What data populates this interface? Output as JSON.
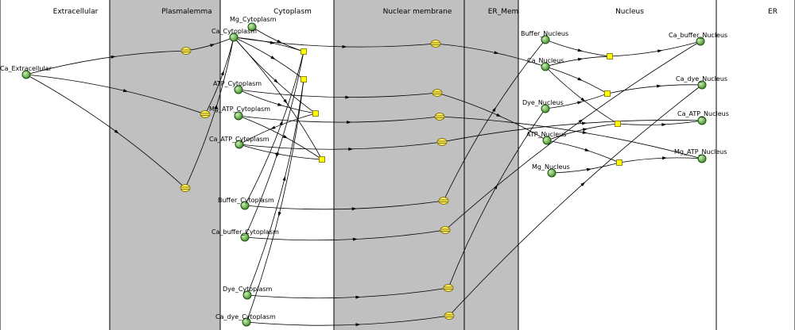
{
  "colors": {
    "gray_compartment": "#c0c0c0",
    "white_compartment": "#ffffff",
    "species_fill": "#5fae3e",
    "species_highlight": "#c9f2b4",
    "reaction_fill": "#ffff00",
    "transport_fill": "#ffee55"
  },
  "compartments": [
    {
      "id": "extracellular",
      "label": "Extracellular",
      "shade": "white"
    },
    {
      "id": "plasmalemma",
      "label": "Plasmalemma",
      "shade": "gray"
    },
    {
      "id": "cytoplasm",
      "label": "Cytoplasm",
      "shade": "white"
    },
    {
      "id": "nuclear_membrane",
      "label": "Nuclear membrane",
      "shade": "gray"
    },
    {
      "id": "er_membrane",
      "label": "ER_Memorane",
      "shade": "gray"
    },
    {
      "id": "nucleus",
      "label": "Nucleus",
      "shade": "white"
    },
    {
      "id": "er",
      "label": "ER",
      "shade": "white"
    }
  ],
  "species": [
    {
      "id": "ca_ext",
      "label": "Ca_Extracellular",
      "compartment": "extracellular"
    },
    {
      "id": "mg_cyt",
      "label": "Mg_Cytoplasm",
      "compartment": "cytoplasm"
    },
    {
      "id": "ca_cyt",
      "label": "Ca_Cytoplasm",
      "compartment": "cytoplasm"
    },
    {
      "id": "atp_cyt",
      "label": "ATP_Cytoplasm",
      "compartment": "cytoplasm"
    },
    {
      "id": "mgatp_cyt",
      "label": "Mg_ATP_Cytoplasm",
      "compartment": "cytoplasm"
    },
    {
      "id": "caatp_cyt",
      "label": "Ca_ATP_Cytoplasm",
      "compartment": "cytoplasm"
    },
    {
      "id": "buffer_cyt",
      "label": "Buffer_Cytoplasm",
      "compartment": "cytoplasm"
    },
    {
      "id": "cabuffer_cyt",
      "label": "Ca_buffer_Cytoplasm",
      "compartment": "cytoplasm"
    },
    {
      "id": "dye_cyt",
      "label": "Dye_Cytoplasm",
      "compartment": "cytoplasm"
    },
    {
      "id": "cadye_cyt",
      "label": "Ca_dye_Cytoplasm",
      "compartment": "cytoplasm"
    },
    {
      "id": "buffer_nuc",
      "label": "Buffer_Nucleus",
      "compartment": "nucleus"
    },
    {
      "id": "ca_nuc",
      "label": "Ca_Nucleus",
      "compartment": "nucleus"
    },
    {
      "id": "dye_nuc",
      "label": "Dye_Nucleus",
      "compartment": "nucleus"
    },
    {
      "id": "atp_nuc",
      "label": "ATP_Nucleus",
      "compartment": "nucleus"
    },
    {
      "id": "mg_nuc",
      "label": "Mg_Nucleus",
      "compartment": "nucleus"
    },
    {
      "id": "cabuffer_nuc",
      "label": "Ca_buffer_Nucleus",
      "compartment": "nucleus"
    },
    {
      "id": "cadye_nuc",
      "label": "Ca_dye_Nucleus",
      "compartment": "nucleus"
    },
    {
      "id": "caatp_nuc",
      "label": "Ca_ATP_Nucleus",
      "compartment": "nucleus"
    },
    {
      "id": "mgatp_nuc",
      "label": "Mg_ATP_Nucleus",
      "compartment": "nucleus"
    }
  ],
  "reactions": [
    {
      "id": "r_cyt_1",
      "kind": "binding"
    },
    {
      "id": "r_cyt_2",
      "kind": "binding"
    },
    {
      "id": "r_cyt_3",
      "kind": "binding"
    },
    {
      "id": "r_cyt_4",
      "kind": "binding"
    },
    {
      "id": "r_nuc_1",
      "kind": "binding"
    },
    {
      "id": "r_nuc_2",
      "kind": "binding"
    },
    {
      "id": "r_nuc_3",
      "kind": "binding"
    },
    {
      "id": "r_nuc_4",
      "kind": "binding"
    },
    {
      "id": "t_pm_1",
      "kind": "transport"
    },
    {
      "id": "t_pm_2",
      "kind": "transport"
    },
    {
      "id": "t_pm_3",
      "kind": "transport"
    },
    {
      "id": "t_nm_ca",
      "kind": "transport"
    },
    {
      "id": "t_nm_atp",
      "kind": "transport"
    },
    {
      "id": "t_nm_mgatp",
      "kind": "transport"
    },
    {
      "id": "t_nm_caatp",
      "kind": "transport"
    },
    {
      "id": "t_nm_buffer",
      "kind": "transport"
    },
    {
      "id": "t_nm_cabuffer",
      "kind": "transport"
    },
    {
      "id": "t_nm_dye",
      "kind": "transport"
    },
    {
      "id": "t_nm_cadye",
      "kind": "transport"
    }
  ],
  "edges": [
    [
      "ca_ext",
      "t_pm_1"
    ],
    [
      "t_pm_1",
      "ca_cyt"
    ],
    [
      "ca_ext",
      "t_pm_2"
    ],
    [
      "t_pm_2",
      "ca_cyt"
    ],
    [
      "ca_ext",
      "t_pm_3"
    ],
    [
      "t_pm_3",
      "ca_cyt"
    ],
    [
      "ca_cyt",
      "r_cyt_1"
    ],
    [
      "mg_cyt",
      "r_cyt_1"
    ],
    [
      "ca_cyt",
      "r_cyt_2"
    ],
    [
      "ca_cyt",
      "r_cyt_3"
    ],
    [
      "ca_cyt",
      "r_cyt_4"
    ],
    [
      "atp_cyt",
      "r_cyt_3"
    ],
    [
      "mgatp_cyt",
      "r_cyt_4"
    ],
    [
      "r_cyt_3",
      "caatp_cyt"
    ],
    [
      "r_cyt_4",
      "caatp_cyt"
    ],
    [
      "buffer_cyt",
      "r_cyt_1"
    ],
    [
      "r_cyt_1",
      "cabuffer_cyt"
    ],
    [
      "dye_cyt",
      "r_cyt_2"
    ],
    [
      "r_cyt_2",
      "cadye_cyt"
    ],
    [
      "ca_cyt",
      "t_nm_ca"
    ],
    [
      "t_nm_ca",
      "ca_nuc"
    ],
    [
      "atp_cyt",
      "t_nm_atp"
    ],
    [
      "t_nm_atp",
      "atp_nuc"
    ],
    [
      "mgatp_cyt",
      "t_nm_mgatp"
    ],
    [
      "t_nm_mgatp",
      "mgatp_nuc"
    ],
    [
      "caatp_cyt",
      "t_nm_caatp"
    ],
    [
      "t_nm_caatp",
      "caatp_nuc"
    ],
    [
      "buffer_cyt",
      "t_nm_buffer"
    ],
    [
      "t_nm_buffer",
      "buffer_nuc"
    ],
    [
      "cabuffer_cyt",
      "t_nm_cabuffer"
    ],
    [
      "t_nm_cabuffer",
      "cabuffer_nuc"
    ],
    [
      "dye_cyt",
      "t_nm_dye"
    ],
    [
      "t_nm_dye",
      "dye_nuc"
    ],
    [
      "cadye_cyt",
      "t_nm_cadye"
    ],
    [
      "t_nm_cadye",
      "cadye_nuc"
    ],
    [
      "buffer_nuc",
      "r_nuc_1"
    ],
    [
      "ca_nuc",
      "r_nuc_1"
    ],
    [
      "r_nuc_1",
      "cabuffer_nuc"
    ],
    [
      "ca_nuc",
      "r_nuc_2"
    ],
    [
      "dye_nuc",
      "r_nuc_2"
    ],
    [
      "r_nuc_2",
      "cadye_nuc"
    ],
    [
      "ca_nuc",
      "r_nuc_3"
    ],
    [
      "atp_nuc",
      "r_nuc_3"
    ],
    [
      "r_nuc_3",
      "caatp_nuc"
    ],
    [
      "atp_nuc",
      "r_nuc_4"
    ],
    [
      "mg_nuc",
      "r_nuc_4"
    ],
    [
      "r_nuc_4",
      "mgatp_nuc"
    ]
  ]
}
